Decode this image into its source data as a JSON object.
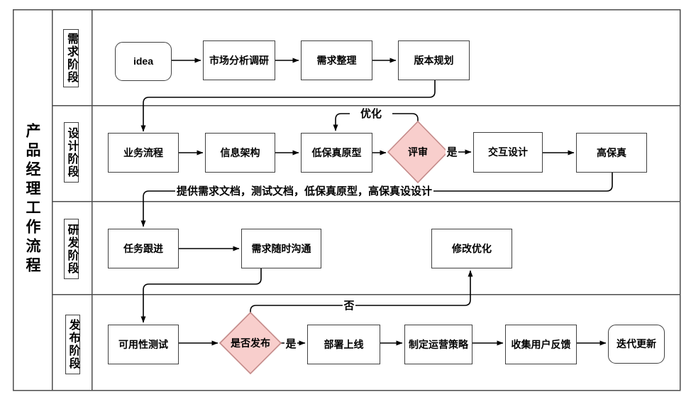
{
  "title": "产品经理工作流程",
  "lanes": [
    {
      "label": "需求阶段"
    },
    {
      "label": "设计阶段"
    },
    {
      "label": "研发阶段"
    },
    {
      "label": "发布阶段"
    }
  ],
  "nodes": {
    "idea": {
      "label": "idea",
      "type": "terminator"
    },
    "market_research": {
      "label": "市场分析调研",
      "type": "process"
    },
    "requirement_sorting": {
      "label": "需求整理",
      "type": "process"
    },
    "version_planning": {
      "label": "版本规划",
      "type": "process"
    },
    "business_process": {
      "label": "业务流程",
      "type": "process"
    },
    "information_architecture": {
      "label": "信息架构",
      "type": "process"
    },
    "lowfi_prototype": {
      "label": "低保真原型",
      "type": "process"
    },
    "review": {
      "label": "评审",
      "type": "decision"
    },
    "interaction_design": {
      "label": "交互设计",
      "type": "process"
    },
    "hifi": {
      "label": "高保真",
      "type": "process"
    },
    "task_tracking": {
      "label": "任务跟进",
      "type": "process"
    },
    "requirement_communication": {
      "label": "需求随时沟通",
      "type": "process"
    },
    "modify_optimize": {
      "label": "修改优化",
      "type": "process"
    },
    "usability_test": {
      "label": "可用性测试",
      "type": "process"
    },
    "release_decision": {
      "label": "是否发布",
      "type": "decision"
    },
    "deploy_online": {
      "label": "部署上线",
      "type": "process"
    },
    "operation_strategy": {
      "label": "制定运营策略",
      "type": "process"
    },
    "collect_feedback": {
      "label": "收集用户反馈",
      "type": "process"
    },
    "iterate_update": {
      "label": "迭代更新",
      "type": "terminator"
    }
  },
  "edge_labels": {
    "optimize": "优化",
    "review_yes": "是",
    "handoff": "提供需求文档，测试文档，低保真原型，高保真设设计",
    "release_no": "否",
    "release_yes": "是"
  },
  "colors": {
    "line": "#000000",
    "frame": "#4d4d4d",
    "box_border": "#404040",
    "decision_fill": "#f8cecc",
    "decision_stroke": "#c48a89",
    "background": "#ffffff",
    "text": "#000000"
  }
}
